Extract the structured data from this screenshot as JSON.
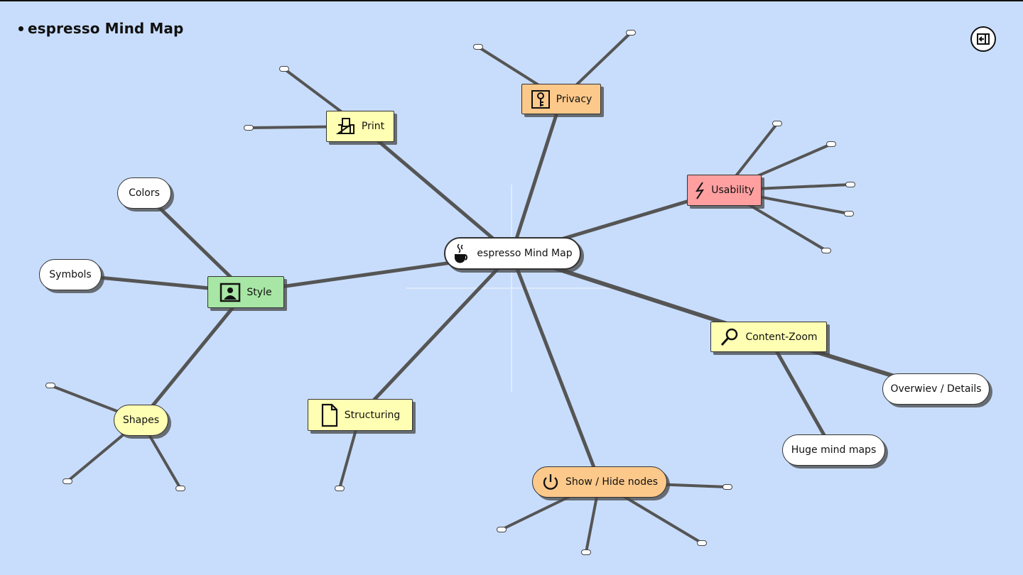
{
  "app": {
    "title": "espresso Mind Map",
    "exit_button_icon": "exit-icon"
  },
  "colors": {
    "background": "#c8ddfb",
    "yellow": "#ffffb3",
    "orange": "#fdc98b",
    "red": "#ff9fa0",
    "green": "#a7e6a4",
    "white": "#ffffff",
    "connector": "#555555"
  },
  "nodes": {
    "center": {
      "label": "espresso Mind Map",
      "icon": "coffee-cup-icon"
    },
    "print": {
      "label": "Print",
      "icon": "printer-icon"
    },
    "privacy": {
      "label": "Privacy",
      "icon": "key-icon"
    },
    "usability": {
      "label": "Usability",
      "icon": "lightning-icon"
    },
    "style": {
      "label": "Style",
      "icon": "picture-icon"
    },
    "colors": {
      "label": "Colors"
    },
    "symbols": {
      "label": "Symbols"
    },
    "shapes": {
      "label": "Shapes"
    },
    "structuring": {
      "label": "Structuring",
      "icon": "document-icon"
    },
    "content_zoom": {
      "label": "Content-Zoom",
      "icon": "magnifier-icon"
    },
    "overview": {
      "label": "Overwiev / Details"
    },
    "huge": {
      "label": "Huge mind maps"
    },
    "showhide": {
      "label": "Show / Hide nodes",
      "icon": "power-icon"
    }
  }
}
